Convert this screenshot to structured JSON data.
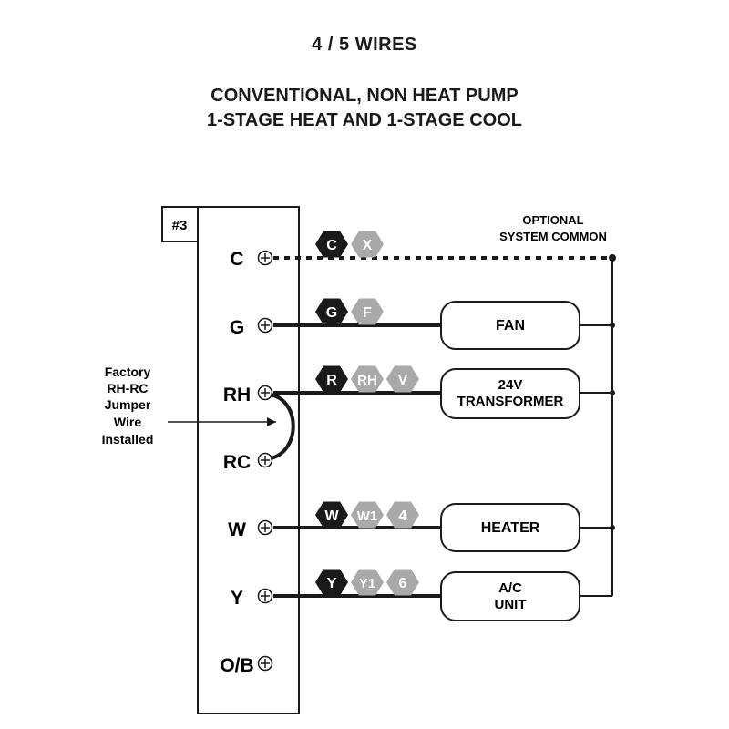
{
  "titles": {
    "line1": "4 / 5  WIRES",
    "line2": "CONVENTIONAL, NON HEAT PUMP",
    "line3": "1-STAGE HEAT AND 1-STAGE COOL"
  },
  "diagram_number": "#3",
  "optional_label": {
    "line1": "OPTIONAL",
    "line2": "SYSTEM COMMON"
  },
  "jumper_note": {
    "lines": [
      "Factory",
      "RH-RC",
      "Jumper",
      "Wire",
      "Installed"
    ]
  },
  "terminals": [
    "C",
    "G",
    "RH",
    "RC",
    "W",
    "Y",
    "O/B"
  ],
  "wire_codes": {
    "C": [
      "C",
      "X"
    ],
    "G": [
      "G",
      "F"
    ],
    "RH": [
      "R",
      "RH",
      "V"
    ],
    "W": [
      "W",
      "W1",
      "4"
    ],
    "Y": [
      "Y",
      "Y1",
      "6"
    ]
  },
  "devices": {
    "fan": [
      "FAN"
    ],
    "transformer": [
      "24V",
      "TRANSFORMER"
    ],
    "heater": [
      "HEATER"
    ],
    "ac": [
      "A/C",
      "UNIT"
    ]
  },
  "colors": {
    "line": "#1a1a1a",
    "primary_hex": "#1a1a1a",
    "alt_hex": "#a9a9a9",
    "alt_text": "#ffffff"
  }
}
